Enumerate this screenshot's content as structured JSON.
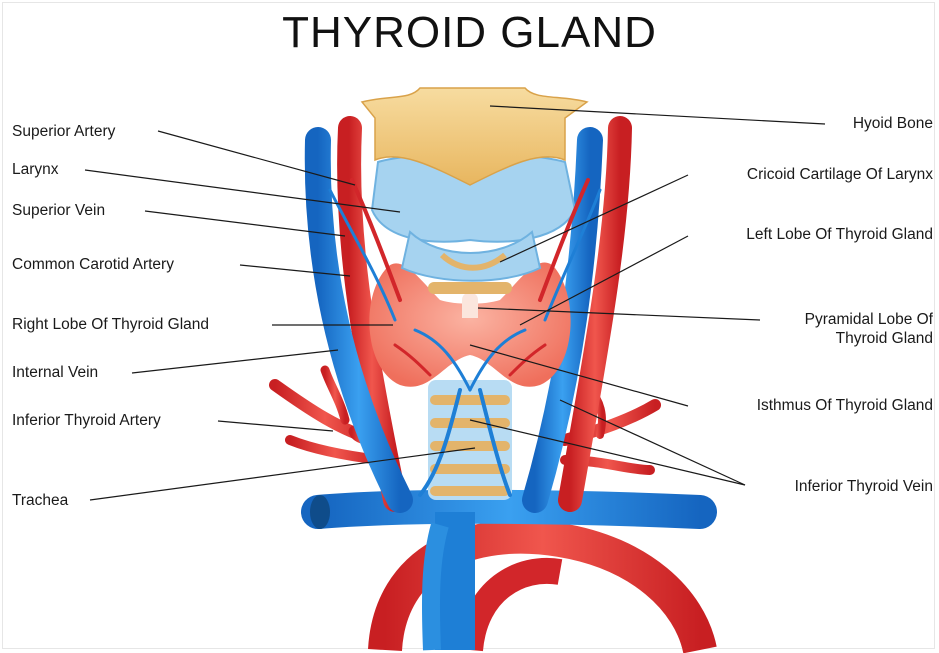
{
  "title": "THYROID GLAND",
  "labels": {
    "left": [
      "Superior Artery",
      "Larynx",
      "Superior Vein",
      "Common Carotid Artery",
      "Right Lobe Of Thyroid Gland",
      "Internal Vein",
      "Inferior Thyroid Artery",
      "Trachea"
    ],
    "right": [
      "Hyoid Bone",
      "Cricoid Cartilage Of Larynx",
      "Left Lobe Of Thyroid Gland",
      "Pyramidal Lobe Of",
      "Thyroid Gland",
      "Isthmus Of Thyroid Gland",
      "Inferior Thyroid Vein"
    ]
  },
  "colors": {
    "artery": "#e0312f",
    "vein": "#1e7fd6",
    "thyroid": "#f2836f",
    "cartilage": "#a6d3f0",
    "bone": "#f0c878",
    "trachea_ring": "#e3b46b",
    "leader_line": "#1a1a1a"
  }
}
